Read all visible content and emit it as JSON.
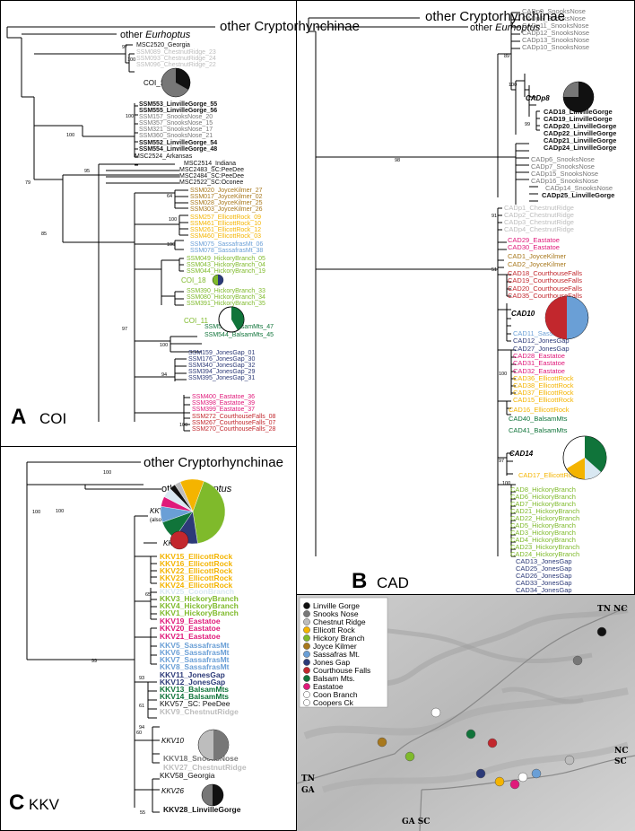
{
  "colors": {
    "linville": "#111111",
    "snooks": "#777777",
    "chestnut": "#bdbdbd",
    "ellicott": "#f4b400",
    "hickory": "#7fba2b",
    "joyce": "#a8781c",
    "sassafras": "#6a9fd6",
    "jones": "#2c3a78",
    "courthouse": "#c2272d",
    "balsam": "#10743a",
    "eastatoe": "#e0197a",
    "coon": "#ffffff",
    "coopers": "#ffffff"
  },
  "panels": {
    "A": {
      "letter": "A",
      "name": "COI"
    },
    "B": {
      "letter": "B",
      "name": "CAD"
    },
    "C": {
      "letter": "C",
      "name": "KKV"
    }
  },
  "A": {
    "outgroup": "other Cryptorhynchinae",
    "other_prefix": "other ",
    "other_genus": "Eurhoptus",
    "clade_label_1": "COI_16",
    "clade_label_2": "COI_18",
    "clade_label_3": "COI_11",
    "supports": [
      "97",
      "100",
      "100",
      "100",
      "95",
      "79",
      "85",
      "64",
      "100",
      "100",
      "97",
      "100",
      "94",
      "100"
    ],
    "tips": [
      {
        "t": "MSC2520_Georgia",
        "c": "#111111",
        "b": false
      },
      {
        "t": "SSM089_ChestnutRidge_23",
        "c": "#bdbdbd",
        "b": false
      },
      {
        "t": "SSM093_ChestnutRidge_24",
        "c": "#bdbdbd",
        "b": false
      },
      {
        "t": "SSM096_ChestnutRidge_22",
        "c": "#bdbdbd",
        "b": false
      },
      {
        "t": "SSM553_LinvilleGorge_55",
        "c": "#111111",
        "b": true
      },
      {
        "t": "SSM555_LinvilleGorge_56",
        "c": "#111111",
        "b": true
      },
      {
        "t": "SSM157_SnooksNose_20",
        "c": "#777777",
        "b": false
      },
      {
        "t": "SSM357_SnooksNose_15",
        "c": "#777777",
        "b": false
      },
      {
        "t": "SSM321_SnooksNose_17",
        "c": "#777777",
        "b": false
      },
      {
        "t": "SSM360_SnooksNose_21",
        "c": "#777777",
        "b": false
      },
      {
        "t": "SSM552_LinvilleGorge_54",
        "c": "#111111",
        "b": true
      },
      {
        "t": "SSM554_LinvilleGorge_48",
        "c": "#111111",
        "b": true
      },
      {
        "t": "MSC2524_Arkansas",
        "c": "#111111",
        "b": false
      },
      {
        "t": "MSC2514_Indiana",
        "c": "#111111",
        "b": false
      },
      {
        "t": "MSC2483_SC:PeeDee",
        "c": "#111111",
        "b": false
      },
      {
        "t": "MSC2484_SC:PeeDee",
        "c": "#111111",
        "b": false
      },
      {
        "t": "MSC2522_SC:Oconee",
        "c": "#111111",
        "b": false
      },
      {
        "t": "SSM020_JoyceKilmer_27",
        "c": "#a8781c",
        "b": false
      },
      {
        "t": "SSM017_JoyceKilmer_02",
        "c": "#a8781c",
        "b": false
      },
      {
        "t": "SSM028_JoyceKilmer_25",
        "c": "#a8781c",
        "b": false
      },
      {
        "t": "SSM303_JoyceKilmer_26",
        "c": "#a8781c",
        "b": false
      },
      {
        "t": "SSM257_EllicottRock_09",
        "c": "#f4b400",
        "b": false
      },
      {
        "t": "SSM461_EllicottRock_10",
        "c": "#f4b400",
        "b": false
      },
      {
        "t": "SSM261_EllicottRock_12",
        "c": "#f4b400",
        "b": false
      },
      {
        "t": "SSM460_EllicottRock_03",
        "c": "#f4b400",
        "b": false
      },
      {
        "t": "SSM075_SassafrasMt_06",
        "c": "#6a9fd6",
        "b": false
      },
      {
        "t": "SSM078_SassafrasMt_38",
        "c": "#6a9fd6",
        "b": false
      },
      {
        "t": "SSM049_HickoryBranch_05",
        "c": "#7fba2b",
        "b": false
      },
      {
        "t": "SSM043_HickoryBranch_04",
        "c": "#7fba2b",
        "b": false
      },
      {
        "t": "SSM044_HickoryBranch_19",
        "c": "#7fba2b",
        "b": false
      },
      {
        "t": "SSM390_HickoryBranch_33",
        "c": "#7fba2b",
        "b": false
      },
      {
        "t": "SSM080_HickoryBranch_34",
        "c": "#7fba2b",
        "b": false
      },
      {
        "t": "SSM391_HickoryBranch_35",
        "c": "#7fba2b",
        "b": false
      },
      {
        "t": "SSM543_BalsamMts_47",
        "c": "#10743a",
        "b": false
      },
      {
        "t": "SSM544_BalsamMts_45",
        "c": "#10743a",
        "b": false
      },
      {
        "t": "SSM159_JonesGap_01",
        "c": "#2c3a78",
        "b": false
      },
      {
        "t": "SSM176_JonesGap_30",
        "c": "#2c3a78",
        "b": false
      },
      {
        "t": "SSM340_JonesGap_32",
        "c": "#2c3a78",
        "b": false
      },
      {
        "t": "SSM394_JonesGap_29",
        "c": "#2c3a78",
        "b": false
      },
      {
        "t": "SSM395_JonesGap_31",
        "c": "#2c3a78",
        "b": false
      },
      {
        "t": "SSM400_Eastatoe_36",
        "c": "#e0197a",
        "b": false
      },
      {
        "t": "SSM398_Eastatoe_39",
        "c": "#e0197a",
        "b": false
      },
      {
        "t": "SSM399_Eastatoe_37",
        "c": "#e0197a",
        "b": false
      },
      {
        "t": "SSM272_CourthouseFalls_08",
        "c": "#c2272d",
        "b": false
      },
      {
        "t": "SSM267_CourthouseFalls_07",
        "c": "#c2272d",
        "b": false
      },
      {
        "t": "SSM270_CourthouseFalls_28",
        "c": "#c2272d",
        "b": false
      }
    ]
  },
  "B": {
    "outgroup": "other Cryptorhynchinae",
    "other_prefix": "other ",
    "other_genus": "Eurhoptus",
    "clade_label_1": "CADp8",
    "clade_label_2": "CAD10",
    "clade_label_3": "CAD14",
    "supports": [
      "98",
      "89",
      "91",
      "100",
      "99",
      "51",
      "100",
      "97",
      "100"
    ],
    "tips": [
      {
        "t": "CADp9_SnooksNose",
        "c": "#777777",
        "b": false
      },
      {
        "t": "CADp5_SnooksNose",
        "c": "#777777",
        "b": false
      },
      {
        "t": "CADp11_SnooksNose",
        "c": "#777777",
        "b": false
      },
      {
        "t": "CADp12_SnooksNose",
        "c": "#777777",
        "b": false
      },
      {
        "t": "CADp13_SnooksNose",
        "c": "#777777",
        "b": false
      },
      {
        "t": "CADp10_SnooksNose",
        "c": "#777777",
        "b": false
      },
      {
        "t": "CAD18_LinvilleGorge",
        "c": "#111111",
        "b": true
      },
      {
        "t": "CAD19_LinvilleGorge",
        "c": "#111111",
        "b": true
      },
      {
        "t": "CADp20_LinvilleGorge",
        "c": "#111111",
        "b": true
      },
      {
        "t": "CADp22_LinvilleGorge",
        "c": "#111111",
        "b": true
      },
      {
        "t": "CADp21_LinvilleGorge",
        "c": "#111111",
        "b": true
      },
      {
        "t": "CADp24_LinvilleGorge",
        "c": "#111111",
        "b": true
      },
      {
        "t": "CADp6_SnooksNose",
        "c": "#777777",
        "b": false
      },
      {
        "t": "CADp7_SnooksNose",
        "c": "#777777",
        "b": false
      },
      {
        "t": "CADp15_SnooksNose",
        "c": "#777777",
        "b": false
      },
      {
        "t": "CADp16_SnooksNose",
        "c": "#777777",
        "b": false
      },
      {
        "t": "CADp14_SnooksNose",
        "c": "#777777",
        "b": false
      },
      {
        "t": "CADp25_LinvilleGorge",
        "c": "#111111",
        "b": true
      },
      {
        "t": "CADp1_ChestnutRidge",
        "c": "#bdbdbd",
        "b": false
      },
      {
        "t": "CADp2_ChestnutRidge",
        "c": "#bdbdbd",
        "b": false
      },
      {
        "t": "CADp3_ChestnutRidge",
        "c": "#bdbdbd",
        "b": false
      },
      {
        "t": "CADp4_ChestnutRidge",
        "c": "#bdbdbd",
        "b": false
      },
      {
        "t": "CAD29_Eastatoe",
        "c": "#e0197a",
        "b": false
      },
      {
        "t": "CAD30_Eastatoe",
        "c": "#e0197a",
        "b": false
      },
      {
        "t": "CAD1_JoyceKilmer",
        "c": "#a8781c",
        "b": false
      },
      {
        "t": "CAD2_JoyceKilmer",
        "c": "#a8781c",
        "b": false
      },
      {
        "t": "CAD18_CourthouseFalls",
        "c": "#c2272d",
        "b": false
      },
      {
        "t": "CAD19_CourthouseFalls",
        "c": "#c2272d",
        "b": false
      },
      {
        "t": "CAD20_CourthouseFalls",
        "c": "#c2272d",
        "b": false
      },
      {
        "t": "CAD35_CourthouseFalls",
        "c": "#c2272d",
        "b": false
      },
      {
        "t": "CAD11_SassafrasMt",
        "c": "#6a9fd6",
        "b": false
      },
      {
        "t": "CAD12_JonesGap",
        "c": "#2c3a78",
        "b": false
      },
      {
        "t": "CAD27_JonesGap",
        "c": "#2c3a78",
        "b": false
      },
      {
        "t": "CAD28_Eastatoe",
        "c": "#e0197a",
        "b": false
      },
      {
        "t": "CAD31_Eastatoe",
        "c": "#e0197a",
        "b": false
      },
      {
        "t": "CAD32_Eastatoe",
        "c": "#e0197a",
        "b": false
      },
      {
        "t": "CAD36_EllicottRock",
        "c": "#f4b400",
        "b": false
      },
      {
        "t": "CAD38_EllicottRock",
        "c": "#f4b400",
        "b": false
      },
      {
        "t": "CAD37_EllicottRock",
        "c": "#f4b400",
        "b": false
      },
      {
        "t": "CAD15_EllicottRock",
        "c": "#f4b400",
        "b": false
      },
      {
        "t": "CAD16_EllicottRock",
        "c": "#f4b400",
        "b": false
      },
      {
        "t": "CAD40_BalsamMts",
        "c": "#10743a",
        "b": false
      },
      {
        "t": "CAD41_BalsamMts",
        "c": "#10743a",
        "b": false
      },
      {
        "t": "CAD17_EllicottRock",
        "c": "#f4b400",
        "b": false
      },
      {
        "t": "CAD8_HickoryBranch",
        "c": "#7fba2b",
        "b": false
      },
      {
        "t": "CAD6_HickoryBranch",
        "c": "#7fba2b",
        "b": false
      },
      {
        "t": "CAD7_HickoryBranch",
        "c": "#7fba2b",
        "b": false
      },
      {
        "t": "CAD21_HickoryBranch",
        "c": "#7fba2b",
        "b": false
      },
      {
        "t": "CAD22_HickoryBranch",
        "c": "#7fba2b",
        "b": false
      },
      {
        "t": "CAD5_HickoryBranch",
        "c": "#7fba2b",
        "b": false
      },
      {
        "t": "CAD3_HickoryBranch",
        "c": "#7fba2b",
        "b": false
      },
      {
        "t": "CAD4_HickoryBranch",
        "c": "#7fba2b",
        "b": false
      },
      {
        "t": "CAD23_HickoryBranch",
        "c": "#7fba2b",
        "b": false
      },
      {
        "t": "CAD24_HickoryBranch",
        "c": "#7fba2b",
        "b": false
      },
      {
        "t": "CAD13_JonesGap",
        "c": "#2c3a78",
        "b": false
      },
      {
        "t": "CAD25_JonesGap",
        "c": "#2c3a78",
        "b": false
      },
      {
        "t": "CAD26_JonesGap",
        "c": "#2c3a78",
        "b": false
      },
      {
        "t": "CAD33_JonesGap",
        "c": "#2c3a78",
        "b": false
      },
      {
        "t": "CAD34_JonesGap",
        "c": "#2c3a78",
        "b": false
      }
    ]
  },
  "C": {
    "outgroup": "other Cryptorhynchinae",
    "other_prefix": "other ",
    "other_genus": "Eurhoptus",
    "clade_label_1": "KKV2",
    "clade_label_1_note": "(also AR)",
    "clade_label_2": "KKV17",
    "clade_label_3": "KKV10",
    "clade_label_4": "KKV26",
    "supports": [
      "100",
      "100",
      "100",
      "65",
      "99",
      "93",
      "61",
      "94",
      "60",
      "55"
    ],
    "tips": [
      {
        "t": "KKV15_EllicottRock",
        "c": "#f4b400",
        "b": true
      },
      {
        "t": "KKV16_EllicottRock",
        "c": "#f4b400",
        "b": true
      },
      {
        "t": "KKV22_EllicottRock",
        "c": "#f4b400",
        "b": true
      },
      {
        "t": "KKV23_EllicottRock",
        "c": "#f4b400",
        "b": true
      },
      {
        "t": "KKV24_EllicottRock",
        "c": "#f4b400",
        "b": true
      },
      {
        "t": "KKV25_CoonBranch",
        "c": "#d9e8f2",
        "b": true
      },
      {
        "t": "KKV3_HickoryBranch",
        "c": "#7fba2b",
        "b": true
      },
      {
        "t": "KKV4_HickoryBranch",
        "c": "#7fba2b",
        "b": true
      },
      {
        "t": "KKV1_HickoryBranch",
        "c": "#7fba2b",
        "b": true
      },
      {
        "t": "KKV19_Eastatoe",
        "c": "#e0197a",
        "b": true
      },
      {
        "t": "KKV20_Eastatoe",
        "c": "#e0197a",
        "b": true
      },
      {
        "t": "KKV21_Eastatoe",
        "c": "#e0197a",
        "b": true
      },
      {
        "t": "KKV5_SassafrasMt",
        "c": "#6a9fd6",
        "b": true
      },
      {
        "t": "KKV6_SassafrasMt",
        "c": "#6a9fd6",
        "b": true
      },
      {
        "t": "KKV7_SassafrasMt",
        "c": "#6a9fd6",
        "b": true
      },
      {
        "t": "KKV8_SassafrasMt",
        "c": "#6a9fd6",
        "b": true
      },
      {
        "t": "KKV11_JonesGap",
        "c": "#2c3a78",
        "b": true
      },
      {
        "t": "KKV12_JonesGap",
        "c": "#2c3a78",
        "b": true
      },
      {
        "t": "KKV13_BalsamMts",
        "c": "#10743a",
        "b": true
      },
      {
        "t": "KKV14_BalsamMts",
        "c": "#10743a",
        "b": true
      },
      {
        "t": "KKV57_SC: PeeDee",
        "c": "#111111",
        "b": false
      },
      {
        "t": "KKV9_ChestnutRidge",
        "c": "#bdbdbd",
        "b": true
      },
      {
        "t": "KKV18_SnooksNose",
        "c": "#777777",
        "b": true
      },
      {
        "t": "KKV27_ChestnutRidge",
        "c": "#bdbdbd",
        "b": true
      },
      {
        "t": "KKV58_Georgia",
        "c": "#111111",
        "b": false
      },
      {
        "t": "KKV28_LinvilleGorge",
        "c": "#111111",
        "b": true
      }
    ]
  },
  "legend": [
    {
      "label": "Linville Gorge",
      "c": "#111111"
    },
    {
      "label": "Snooks Nose",
      "c": "#777777"
    },
    {
      "label": "Chestnut Ridge",
      "c": "#bdbdbd"
    },
    {
      "label": "Ellicott Rock",
      "c": "#f4b400"
    },
    {
      "label": "Hickory Branch",
      "c": "#7fba2b"
    },
    {
      "label": "Joyce Kilmer",
      "c": "#a8781c"
    },
    {
      "label": "Sassafras Mt.",
      "c": "#6a9fd6"
    },
    {
      "label": "Jones Gap",
      "c": "#2c3a78"
    },
    {
      "label": "Courthouse Falls",
      "c": "#c2272d"
    },
    {
      "label": "Balsam Mts.",
      "c": "#10743a"
    },
    {
      "label": "Eastatoe",
      "c": "#e0197a"
    },
    {
      "label": "Coon Branch",
      "c": "#ffffff"
    },
    {
      "label": "Coopers Ck",
      "c": "#ffffff"
    }
  ],
  "map": {
    "tn_nc": "TN  NC",
    "nc": "NC",
    "sc": "SC",
    "tn": "TN",
    "ga": "GA",
    "ga_sc": "GA  SC"
  }
}
